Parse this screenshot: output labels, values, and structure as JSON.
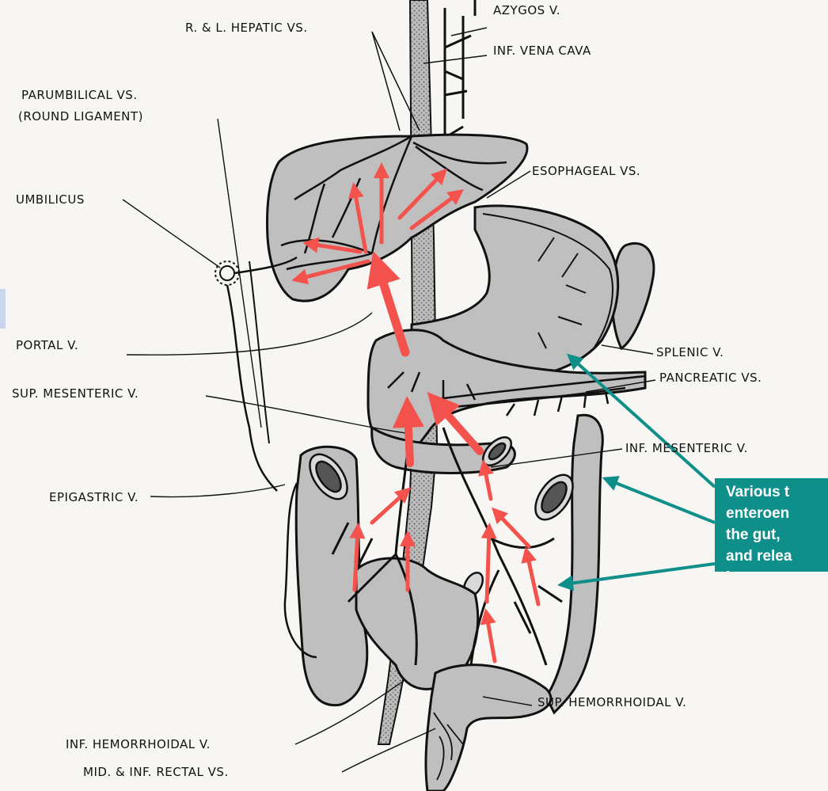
{
  "labels": {
    "hepatic_vs": "R. & L. HEPATIC VS.",
    "azygos_v": "AZYGOS V.",
    "inf_vena_cava": "INF. VENA CAVA",
    "parumbilical_vs_1": "PARUMBILICAL VS.",
    "parumbilical_vs_2": "(ROUND LIGAMENT)",
    "esophageal_vs": "ESOPHAGEAL VS.",
    "umbilicus": "UMBILICUS",
    "portal_v": "PORTAL V.",
    "splenic_v": "SPLENIC V.",
    "pancreatic_vs": "PANCREATIC VS.",
    "sup_mesenteric_v": "SUP. MESENTERIC V.",
    "inf_mesenteric_v": "INF. MESENTERIC V.",
    "epigastric_v": "EPIGASTRIC V.",
    "sup_hemorrhoidal_v": "SUP. HEMORRHOIDAL V.",
    "inf_hemorrhoidal_v": "INF. HEMORRHOIDAL V.",
    "mid_inf_rectal_vs": "MID. & INF. RECTAL VS."
  },
  "callout": {
    "line1": "Various t",
    "line2": "enteroen",
    "line3": "the gut,",
    "line4": "and relea",
    "line5": "hormone"
  },
  "colors": {
    "organ_fill": "#bfbfbf",
    "ink": "#111111",
    "flow_arrow": "#f4524d",
    "callout_bg": "#0f8f8a",
    "callout_arrow": "#0f8f8a"
  }
}
